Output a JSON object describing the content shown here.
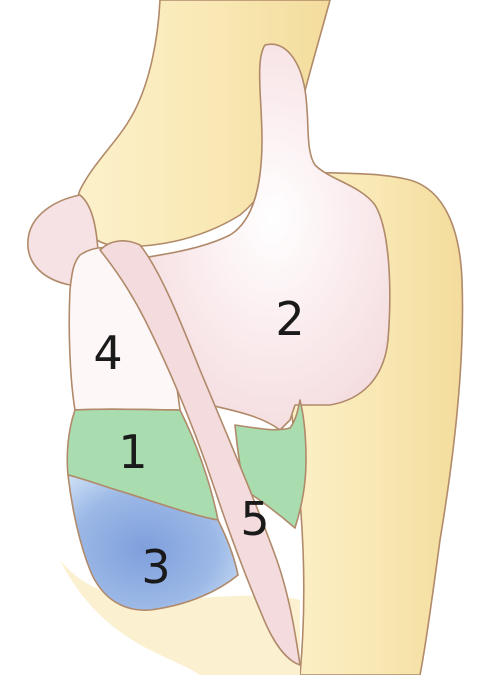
{
  "regions": [
    {
      "id": "1",
      "label": "1",
      "color": "#a9ddb0"
    },
    {
      "id": "2",
      "label": "2",
      "color": "#f6e0e2"
    },
    {
      "id": "3",
      "label": "3",
      "color": "#93b2e2"
    },
    {
      "id": "4",
      "label": "4",
      "color": "#fdf5f6"
    },
    {
      "id": "5",
      "label": "5",
      "color": "#f4dcde"
    }
  ],
  "colors": {
    "bone": "#fbefc4",
    "bone_dark": "#f3dc9c",
    "outline": "#b08a6a"
  }
}
